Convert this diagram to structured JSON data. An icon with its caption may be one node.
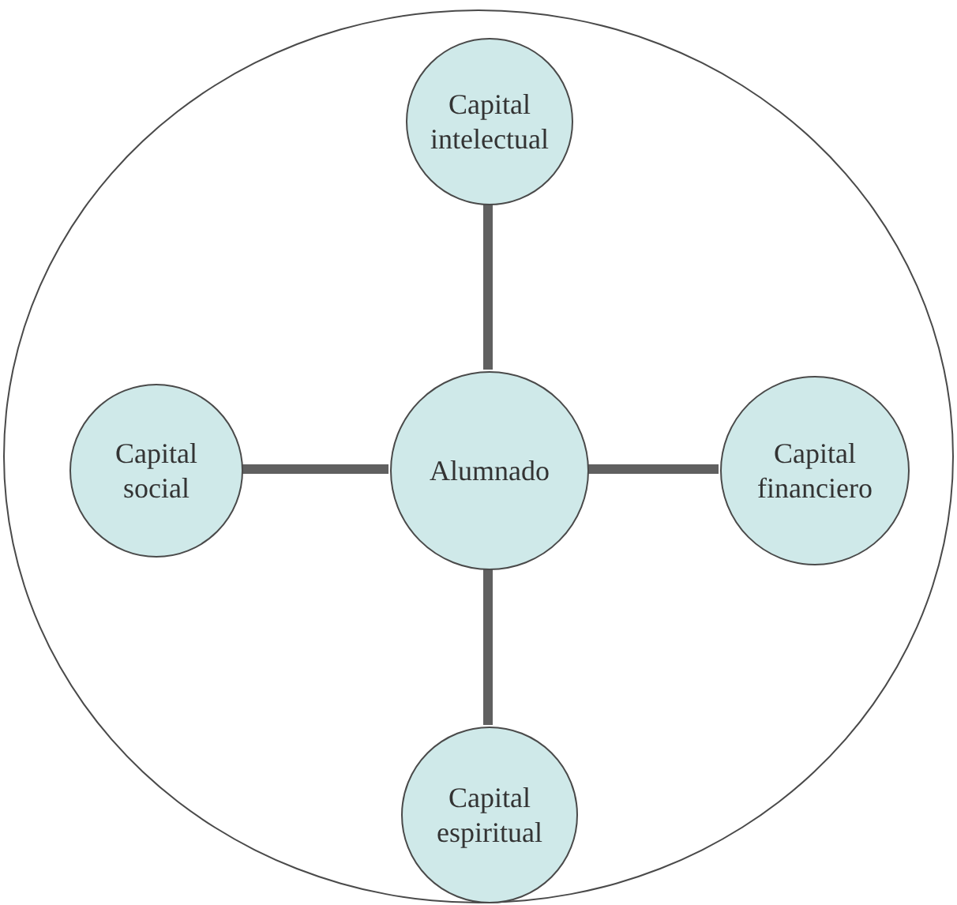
{
  "diagram": {
    "nodes": [
      {
        "text": [],
        "shape": "circle"
      },
      {
        "text": [
          "Capital intelectual"
        ],
        "in": 0
      },
      {
        "text": [
          "Capital social"
        ],
        "in": 0
      },
      {
        "text": [
          "Alumnado"
        ],
        "in": 0
      },
      {
        "text": [
          "Capital financiero"
        ],
        "in": 0
      },
      {
        "text": [
          "Capital espiritual"
        ],
        "in": 0
      }
    ],
    "edges": [
      {
        "from": 3,
        "to": 1,
        "arrow": "none"
      },
      {
        "from": 3,
        "to": 2,
        "arrow": "none"
      },
      {
        "from": 3,
        "to": 4,
        "arrow": "none"
      },
      {
        "from": 3,
        "to": 5,
        "arrow": "none"
      }
    ]
  }
}
